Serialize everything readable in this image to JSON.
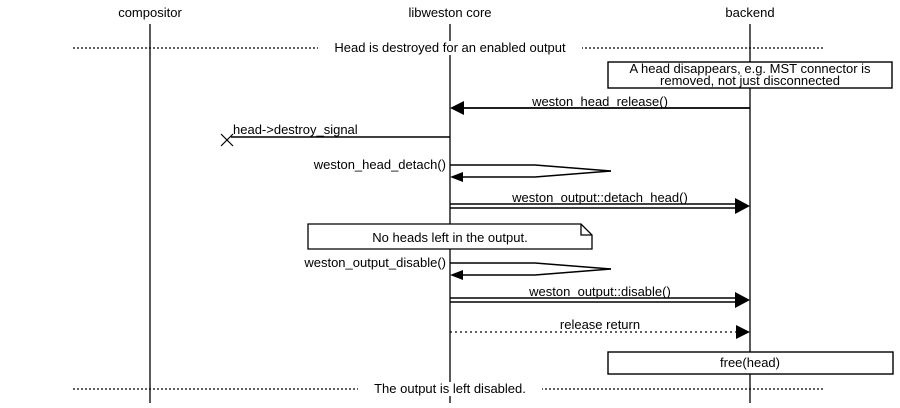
{
  "colors": {
    "background": "#ffffff",
    "line": "#000000",
    "text": "#000000",
    "box_fill": "#ffffff"
  },
  "actors": [
    {
      "label": "compositor"
    },
    {
      "label": "libweston core"
    },
    {
      "label": "backend"
    }
  ],
  "dividers": [
    {
      "label": "Head is destroyed for an enabled output"
    },
    {
      "label": "The output is left disabled."
    }
  ],
  "notes": {
    "head_disappears": {
      "line1": "A head disappears, e.g. MST connector is",
      "line2": "removed, not just disconnected"
    },
    "no_heads_left": {
      "label": "No heads left in the output."
    },
    "free_head": {
      "label": "free(head)"
    }
  },
  "messages": {
    "head_release": {
      "label": "weston_head_release()",
      "from": "backend",
      "to": "libweston core",
      "style": "solid-call"
    },
    "destroy_signal": {
      "label": "head->destroy_signal",
      "from": "libweston core",
      "to": "lost",
      "style": "lost-message"
    },
    "head_detach": {
      "label": "weston_head_detach()",
      "from": "libweston core",
      "to": "libweston core",
      "style": "self-message"
    },
    "detach_head": {
      "label": "weston_output::detach_head()",
      "from": "libweston core",
      "to": "backend",
      "style": "double-line-call"
    },
    "output_disable": {
      "label": "weston_output_disable()",
      "from": "libweston core",
      "to": "libweston core",
      "style": "self-message"
    },
    "disable": {
      "label": "weston_output::disable()",
      "from": "libweston core",
      "to": "backend",
      "style": "double-line-call"
    },
    "release_return": {
      "label": "release return",
      "from": "libweston core",
      "to": "backend",
      "style": "dotted-return"
    }
  }
}
